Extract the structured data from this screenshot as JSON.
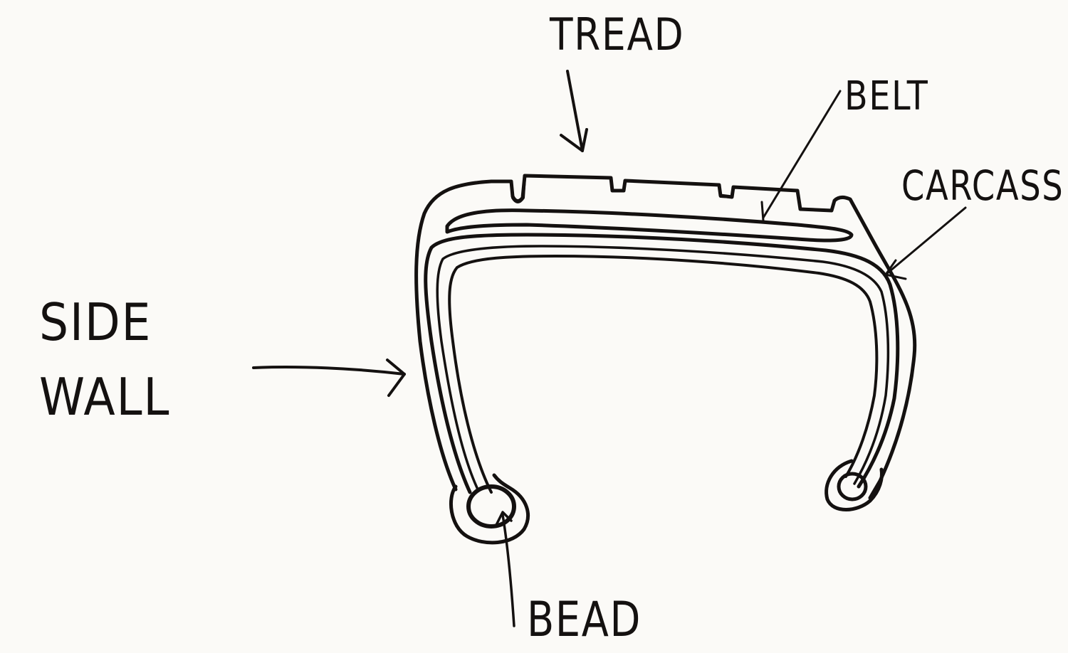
{
  "diagram": {
    "subject": "Tire cross-section (hand-drawn sketch)",
    "background_color": "#fbfaf7",
    "ink_color": "#141110",
    "labels": [
      {
        "id": "tread",
        "text": "TREAD",
        "points_to": "tread surface with grooves"
      },
      {
        "id": "belt",
        "text": "BELT",
        "points_to": "belt layer under tread"
      },
      {
        "id": "carcass",
        "text": "CARCASS",
        "points_to": "carcass ply along right shoulder"
      },
      {
        "id": "sidewall",
        "lines": [
          "SIDE",
          "WALL"
        ],
        "points_to": "left sidewall"
      },
      {
        "id": "bead",
        "text": "BEAD",
        "points_to": "left bead ring"
      }
    ],
    "parts": [
      "tread",
      "tread-grooves",
      "belt",
      "carcass",
      "sidewall-left",
      "sidewall-right",
      "bead-left",
      "bead-right"
    ]
  }
}
